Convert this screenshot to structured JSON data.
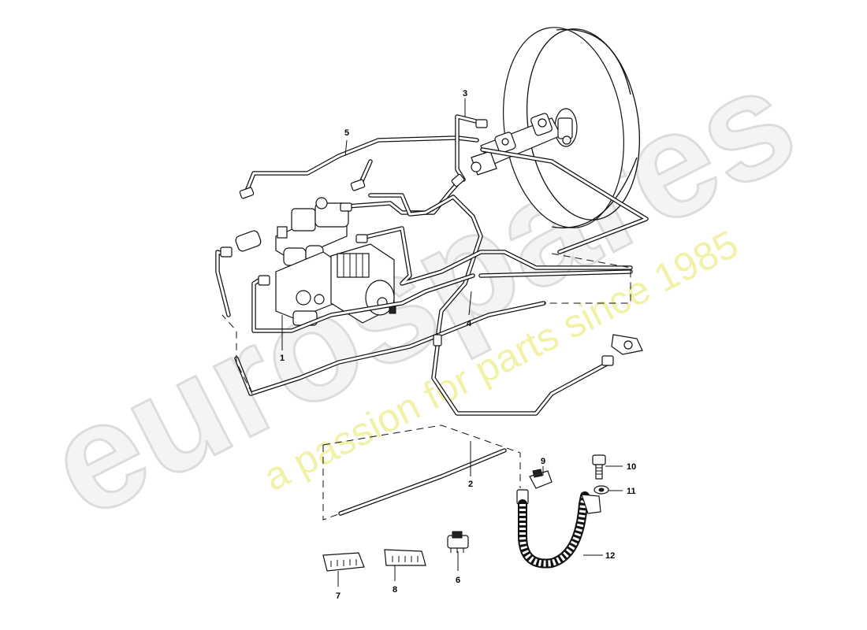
{
  "watermark": {
    "brand": "eurospares",
    "tagline": "a passion for parts since 1985"
  },
  "callouts": [
    {
      "id": "1",
      "label": "1"
    },
    {
      "id": "2",
      "label": "2"
    },
    {
      "id": "3",
      "label": "3"
    },
    {
      "id": "4",
      "label": "4"
    },
    {
      "id": "5",
      "label": "5"
    },
    {
      "id": "6",
      "label": "6"
    },
    {
      "id": "7",
      "label": "7"
    },
    {
      "id": "8",
      "label": "8"
    },
    {
      "id": "9",
      "label": "9"
    },
    {
      "id": "10",
      "label": "10"
    },
    {
      "id": "11",
      "label": "11"
    },
    {
      "id": "12",
      "label": "12"
    }
  ]
}
